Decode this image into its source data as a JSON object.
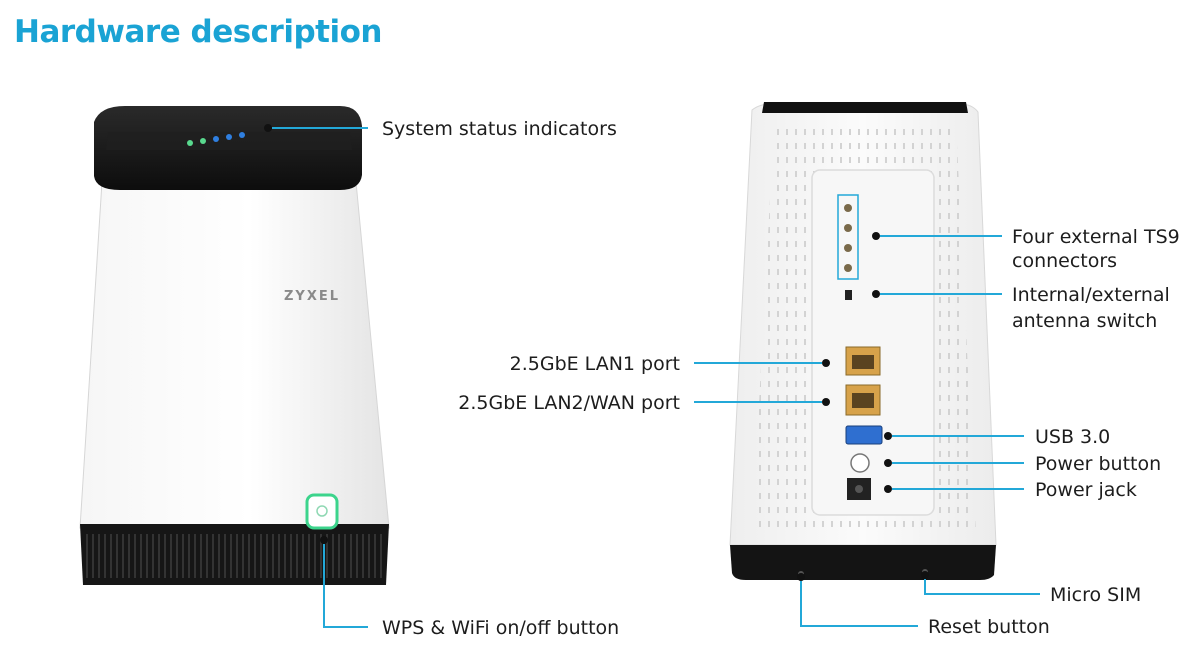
{
  "title": "Hardware description",
  "colors": {
    "accent": "#1aa3d4",
    "wps_led": "#3cd48c",
    "status_led": "#2f7fe0"
  },
  "front": {
    "brand": "ZYXEL",
    "labels": {
      "status": "System status indicators",
      "wps": "WPS & WiFi on/off button"
    }
  },
  "back": {
    "labels": {
      "ts9_1": "Four external TS9",
      "ts9_2": "connectors",
      "antenna_1": "Internal/external",
      "antenna_2": "antenna switch",
      "lan1": "2.5GbE LAN1 port",
      "lan2": "2.5GbE LAN2/WAN port",
      "usb": "USB 3.0",
      "power_button": "Power button",
      "power_jack": "Power jack",
      "micro_sim": "Micro SIM",
      "reset": "Reset button"
    }
  }
}
